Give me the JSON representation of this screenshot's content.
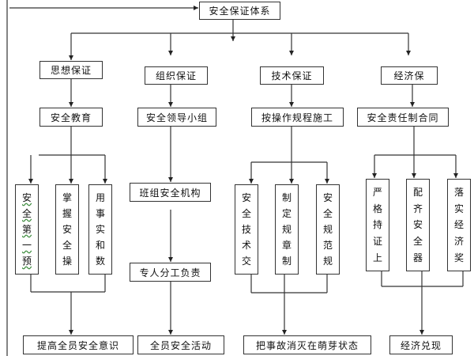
{
  "root": "安全保证体系",
  "branches": [
    {
      "title": "思想保证",
      "sub": "安全教育",
      "items": [
        {
          "text": "安全第一预",
          "spellcheck": true
        },
        {
          "text": "掌握安全操",
          "spellcheck": false
        },
        {
          "text": "用事实和数",
          "spellcheck": false
        }
      ],
      "result": "提高全员安全意识"
    },
    {
      "title": "组织保证",
      "sub": "安全领导小组",
      "chain": [
        "班组安全机构",
        "专人分工负责"
      ],
      "result": "全员安全活动"
    },
    {
      "title": "技术保证",
      "sub": "按操作规程施工",
      "items": [
        {
          "text": "安全技术交",
          "spellcheck": false
        },
        {
          "text": "制定规章制",
          "spellcheck": false
        },
        {
          "text": "安全规范规",
          "spellcheck": false
        }
      ],
      "result": "把事故消灭在萌芽状态"
    },
    {
      "title": "经济保",
      "sub": "安全责任制合同",
      "items": [
        {
          "text": "严格持证上",
          "spellcheck": false
        },
        {
          "text": "配齐安全器",
          "spellcheck": false
        },
        {
          "text": "落实经济奖",
          "spellcheck": false
        }
      ],
      "result": "经济兑现"
    }
  ]
}
